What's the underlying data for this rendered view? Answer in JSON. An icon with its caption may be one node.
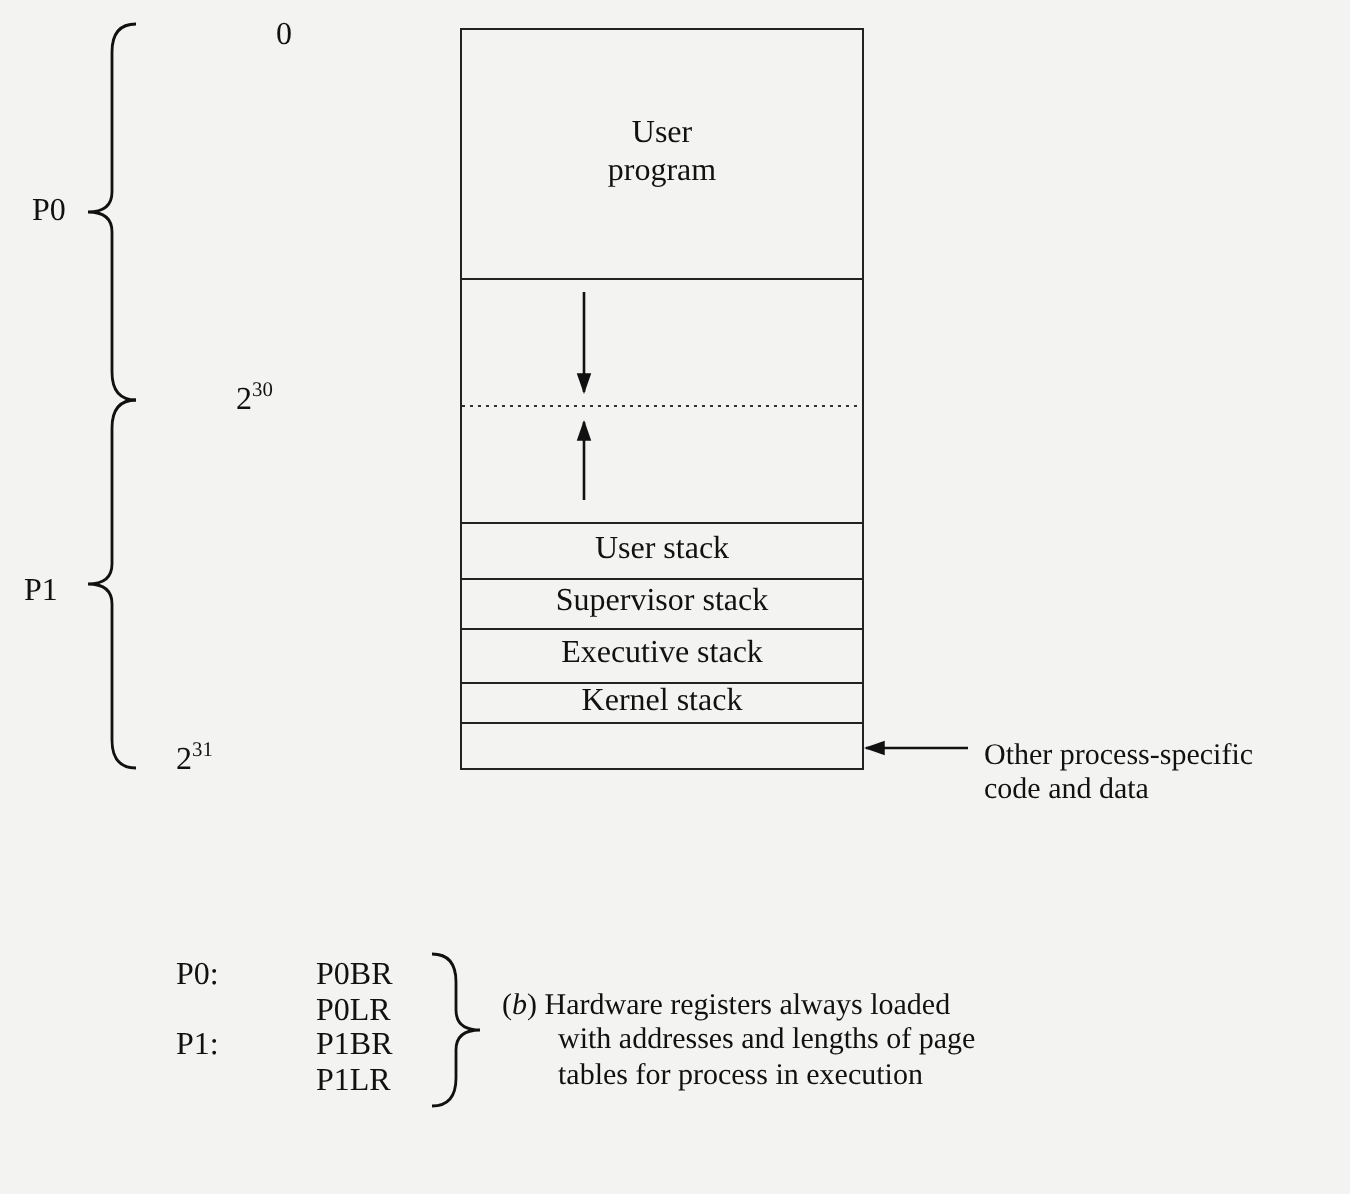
{
  "diagram": {
    "nodes": [
      {
        "text": [
          "User program"
        ]
      },
      {
        "text": [],
        "shape": "box"
      },
      {
        "text": [
          "User stack"
        ]
      },
      {
        "text": [
          "Supervisor stack"
        ]
      },
      {
        "text": [
          "Executive stack"
        ]
      },
      {
        "text": [
          "Kernel stack"
        ]
      },
      {
        "text": [],
        "shape": "box"
      },
      {
        "text": [
          "Other process-specific code and data"
        ]
      }
    ],
    "edges": [
      {
        "from": 7,
        "to": 6,
        "arrow": "to"
      }
    ],
    "labels": [
      "0",
      "P0",
      "2$^{30}$",
      "P1",
      "2$^{31}$",
      "P0:",
      "P0BR",
      "P0LR",
      "P1:",
      "P1BR",
      "P1LR",
      "(*b*) Hardware registers always loaded with addresses and lengths of page tables for process in execution"
    ]
  }
}
